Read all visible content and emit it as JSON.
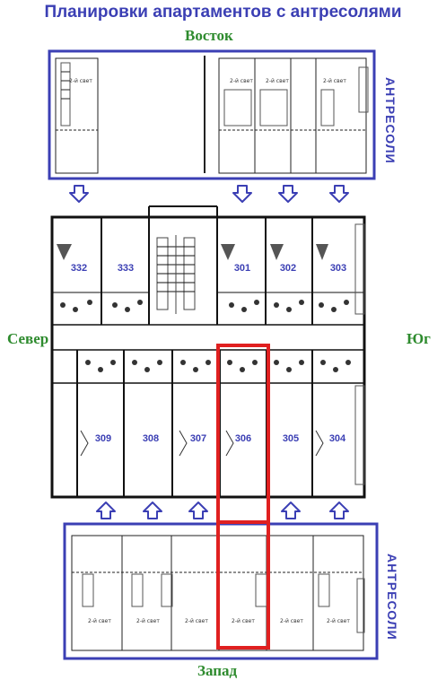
{
  "title": "Планировки апартаментов с антресолями",
  "directions": {
    "east": "Восток",
    "north": "Север",
    "south": "Юг",
    "west": "Запад"
  },
  "mezzanine_label": "АНТРЕСОЛИ",
  "east_rooms": [
    "332",
    "333",
    "301",
    "302",
    "303"
  ],
  "west_rooms": [
    "309",
    "308",
    "307",
    "306",
    "305",
    "304"
  ],
  "highlighted_room": "306",
  "colors": {
    "accent_blue": "#3b3fb4",
    "green": "#2e8b2e",
    "highlight_red": "#e02020"
  }
}
